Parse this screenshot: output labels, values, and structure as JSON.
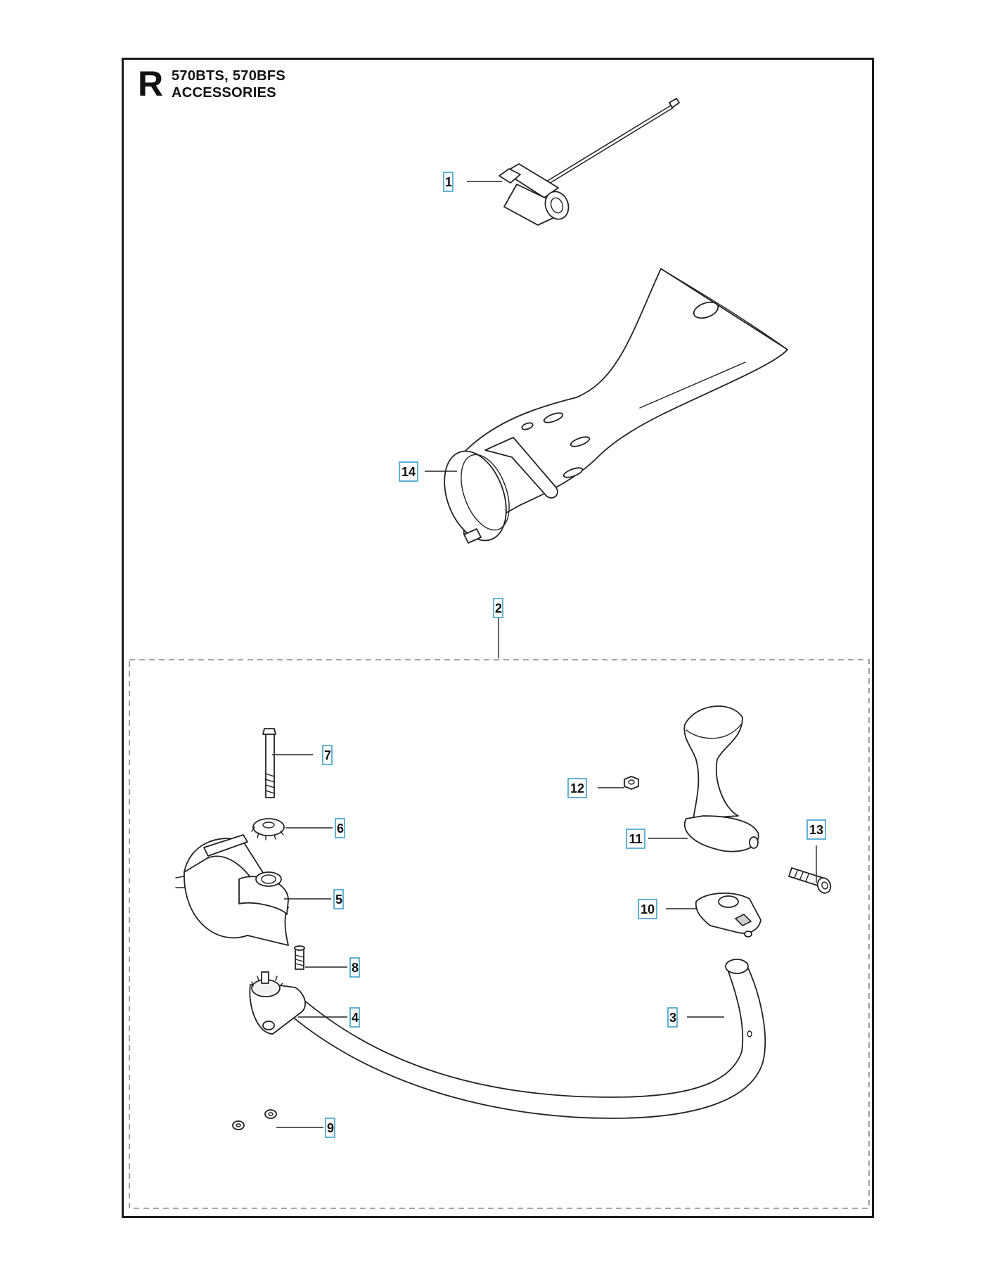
{
  "header": {
    "section_letter": "R",
    "models": "570BTS, 570BFS",
    "group": "ACCESSORIES"
  },
  "callouts": [
    {
      "id": "1",
      "label": "1",
      "part": "combination-wrench"
    },
    {
      "id": "14",
      "label": "14",
      "part": "blower-nozzle"
    },
    {
      "id": "2",
      "label": "2",
      "part": "handle-kit"
    },
    {
      "id": "7",
      "label": "7",
      "part": "bolt"
    },
    {
      "id": "6",
      "label": "6",
      "part": "toothed-washer"
    },
    {
      "id": "5",
      "label": "5",
      "part": "handle-clamp"
    },
    {
      "id": "8",
      "label": "8",
      "part": "screw"
    },
    {
      "id": "4",
      "label": "4",
      "part": "handle-bracket"
    },
    {
      "id": "9",
      "label": "9",
      "part": "nut"
    },
    {
      "id": "12",
      "label": "12",
      "part": "nut"
    },
    {
      "id": "11",
      "label": "11",
      "part": "grip-handle"
    },
    {
      "id": "13",
      "label": "13",
      "part": "screw"
    },
    {
      "id": "10",
      "label": "10",
      "part": "handle-holder"
    },
    {
      "id": "3",
      "label": "3",
      "part": "handle-bar"
    }
  ],
  "colors": {
    "callout_border": "#3aa0c8",
    "line": "#222222",
    "frame": "#1a1a1a"
  }
}
